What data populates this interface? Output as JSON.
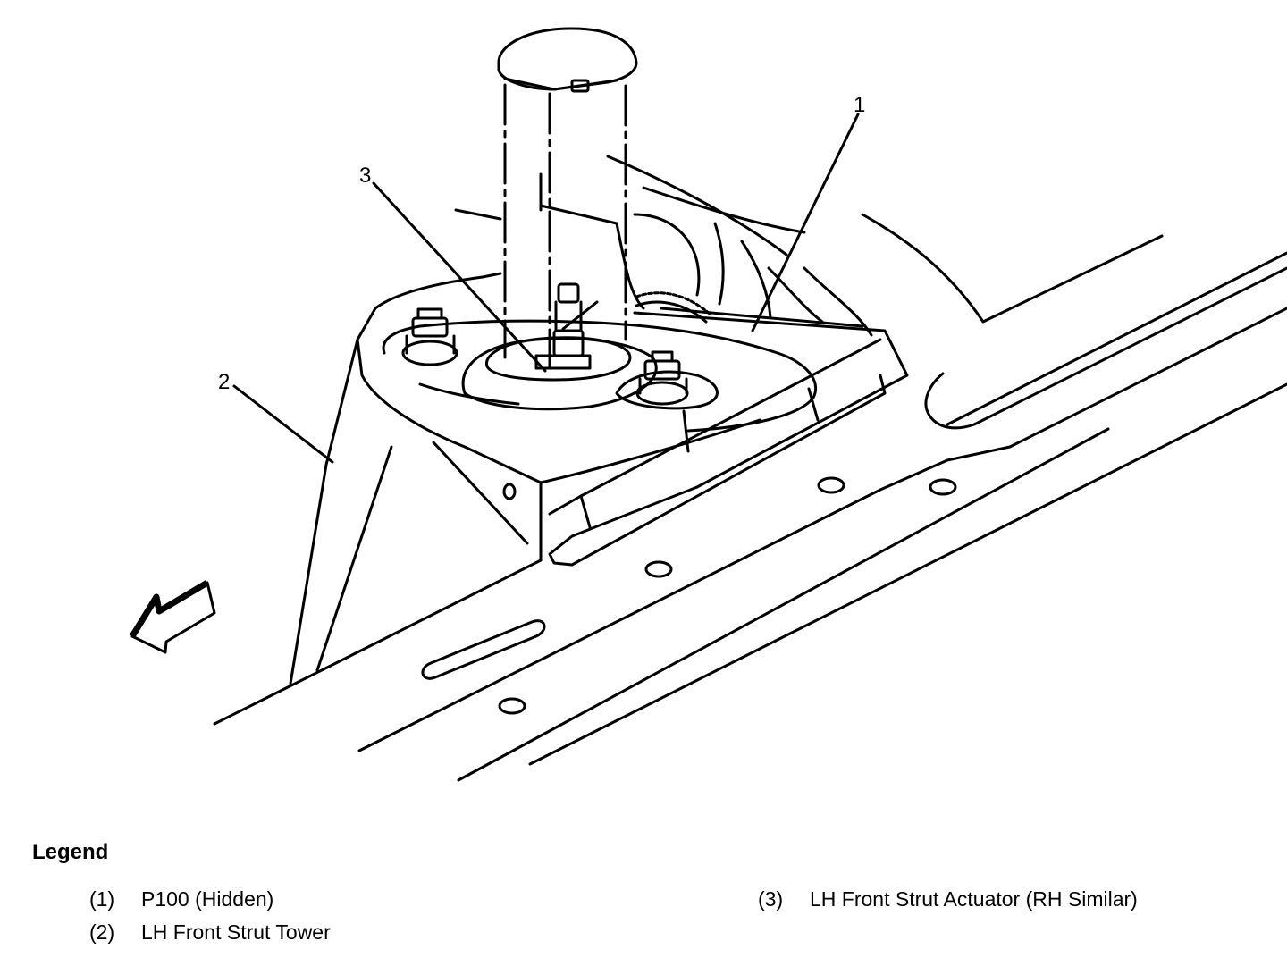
{
  "callouts": [
    "1",
    "2",
    "3"
  ],
  "legend": {
    "title": "Legend",
    "items": [
      {
        "num": "(1)",
        "label": "P100 (Hidden)"
      },
      {
        "num": "(2)",
        "label": "LH Front Strut Tower"
      },
      {
        "num": "(3)",
        "label": "LH Front Strut Actuator (RH Similar)"
      }
    ]
  }
}
